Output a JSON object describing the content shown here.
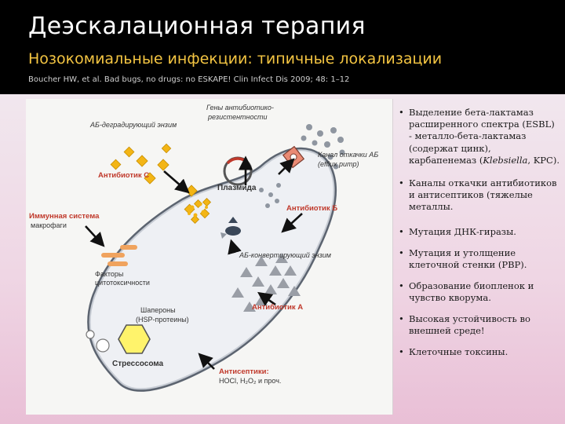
{
  "header": {
    "title": "Деэскалационная терапия",
    "subtitle": "Нозокомиальные инфекции: типичные локализации",
    "citation": "Boucher HW, et al. Bad bugs, no drugs: no ESKAPE! Clin Infect Dis 2009; 48: 1–12"
  },
  "diagram": {
    "labels": {
      "ab_degrading_enzyme": "АБ-деградирующий энзим",
      "resistance_genes_1": "Гены антибиотико-",
      "resistance_genes_2": "резистентности",
      "antibiotic_c": "Антибиотик С",
      "plasmid": "Плазмида",
      "efflux_1": "Канал откачки АБ",
      "efflux_2": "(efflux pump)",
      "immune_1": "Иммунная система",
      "immune_2": "макрофаги",
      "antibiotic_b": "Антибиотик Б",
      "ab_converting_enzyme": "АБ-конвертирующий энзим",
      "cytotox_1": "Факторы",
      "cytotox_2": "цитотоксичности",
      "chaperones_1": "Шапероны",
      "chaperones_2": "(HSP-протеины)",
      "antibiotic_a": "Антибиотик А",
      "stressosome": "Стрессосома",
      "antiseptics_1": "Антисептики:",
      "antiseptics_2": "HOCl, H₂O₂ и проч."
    },
    "colors": {
      "label_red": "#c0392b",
      "diamond": "#f3b515",
      "rod_fill": "#f0a35e",
      "pump": "#e98a74",
      "triangle": "#9a9ea6",
      "dot": "#8f96a0",
      "membrane": "#5c6470"
    }
  },
  "bullets": [
    {
      "text": "Выделение бета-лактамаз расширенного спектра (ESBL) - металло-бета-лактамаз (содержат цинк), карбапенемаз (",
      "italic": "Klebsiella",
      "tail": ", KPC)."
    },
    {
      "text": "Каналы откачки антибиотиков и антисептиков (тяжелые металлы."
    },
    {
      "text": "Мутация ДНК-гиразы."
    },
    {
      "text": "Мутация и утолщение клеточной стенки (PBP)."
    },
    {
      "text": "Образование биопленок и чувство кворума."
    },
    {
      "text": "Высокая устойчивость во внешней среде!"
    },
    {
      "text": "Клеточные токсины."
    }
  ]
}
